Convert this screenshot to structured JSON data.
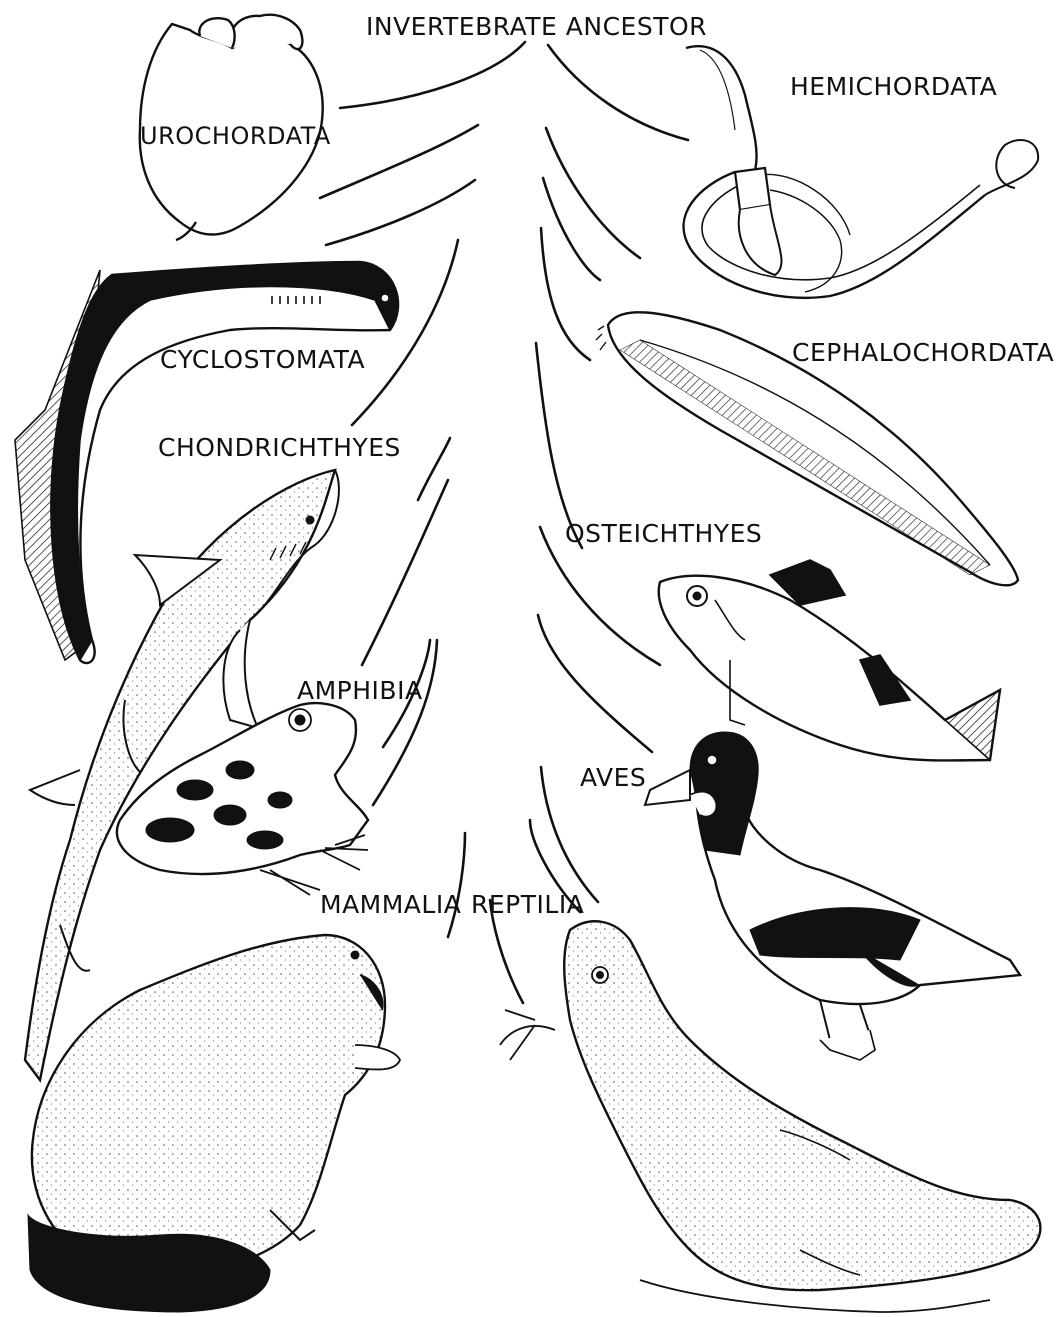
{
  "labels": {
    "root": "INVERTEBRATE ANCESTOR",
    "urochordata": "UROCHORDATA",
    "hemichordata": "HEMICHORDATA",
    "cyclostomata": "CYCLOSTOMATA",
    "cephalochordata": "CEPHALOCHORDATA",
    "chondrichthyes": "CHONDRICHTHYES",
    "osteichthyes": "OSTEICHTHYES",
    "amphibia": "AMPHIBIA",
    "aves": "AVES",
    "mammalia": "MAMMALIA",
    "reptilia": "REPTILIA"
  },
  "colors": {
    "ink": "#111111",
    "paper": "#ffffff"
  }
}
